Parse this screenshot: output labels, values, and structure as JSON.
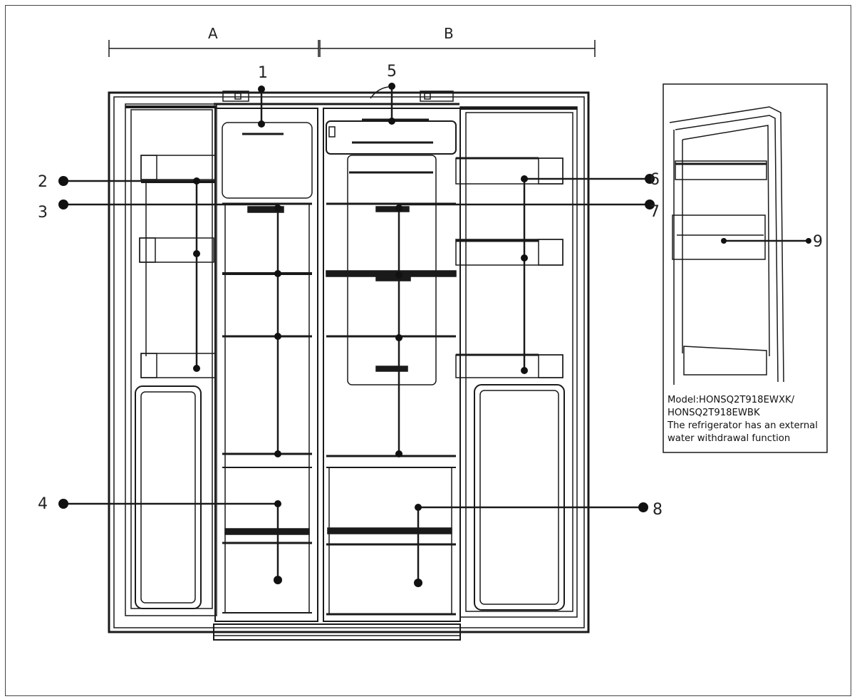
{
  "dimensions": {
    "a": "A",
    "b": "B"
  },
  "callouts": {
    "c1": "1",
    "c2": "2",
    "c3": "3",
    "c4": "4",
    "c5": "5",
    "c6": "6",
    "c7": "7",
    "c8": "8",
    "c9": "9"
  },
  "caption": {
    "line1": "Model:HONSQ2T918EWXK/",
    "line2": "HONSQ2T918EWBK",
    "line3": "The refrigerator has an external",
    "line4": "water withdrawal function"
  }
}
